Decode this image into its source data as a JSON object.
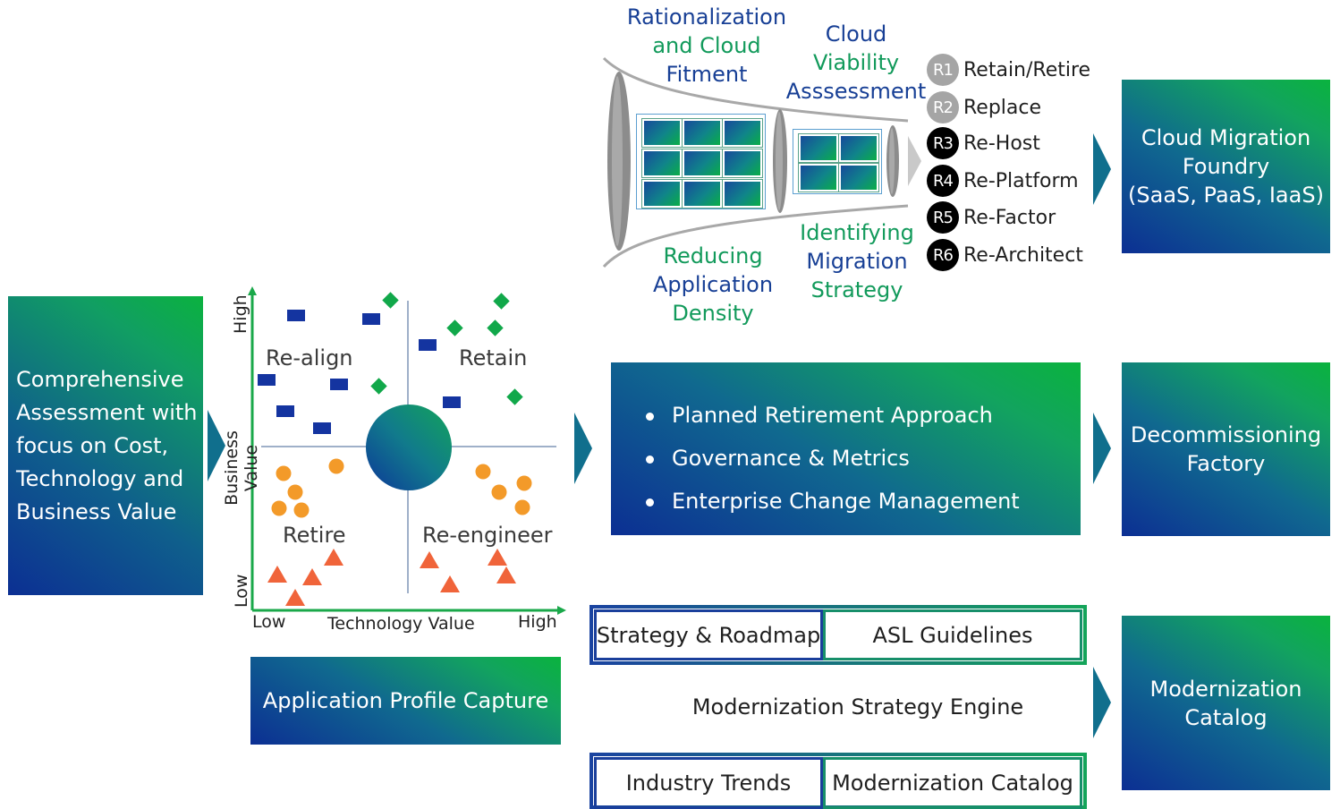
{
  "assessment": {
    "text": "Comprehensive\nAssessment with\nfocus on Cost,\nTechnology and\nBusiness Value"
  },
  "funnel": {
    "rationalization": "Rationalization\nand Cloud\nFitment",
    "cloud_viability": "Cloud\nViability\nAsssessment",
    "reducing_density": "Reducing\nApplication\nDensity",
    "identifying_strategy": "Identifying\nMigration\nStrategy"
  },
  "strategies": [
    {
      "badge": "R1",
      "label": "Retain/Retire",
      "style": "grey"
    },
    {
      "badge": "R2",
      "label": "Replace",
      "style": "grey"
    },
    {
      "badge": "R3",
      "label": "Re-Host",
      "style": "black"
    },
    {
      "badge": "R4",
      "label": "Re-Platform",
      "style": "black"
    },
    {
      "badge": "R5",
      "label": "Re-Factor",
      "style": "black"
    },
    {
      "badge": "R6",
      "label": "Re-Architect",
      "style": "black"
    }
  ],
  "outcomes": {
    "cloud_migration": "Cloud Migration\nFoundry\n(SaaS, PaaS, IaaS)",
    "decommissioning": "Decommissioning\nFactory",
    "modernization": "Modernization\nCatalog"
  },
  "quadrant": {
    "y_axis_label": "Business Value",
    "y_high": "High",
    "y_low": "Low",
    "x_axis_label": "Technology Value",
    "x_low": "Low",
    "x_high": "High",
    "re_align": "Re-align",
    "retain": "Retain",
    "retire": "Retire",
    "re_engineer": "Re-engineer"
  },
  "profile_capture": "Application Profile Capture",
  "retirement_bullets": [
    "Planned Retirement Approach",
    "Governance & Metrics",
    "Enterprise Change Management"
  ],
  "engine": {
    "strategy_roadmap": "Strategy & Roadmap",
    "asl_guidelines": "ASL Guidelines",
    "title": "Modernization Strategy Engine",
    "industry_trends": "Industry Trends",
    "modernization_catalog": "Modernization Catalog"
  },
  "colors": {
    "blue_marker": "#1434a0",
    "green_marker": "#11a84a",
    "orange_marker": "#f39a29",
    "red_marker": "#f0643a"
  }
}
